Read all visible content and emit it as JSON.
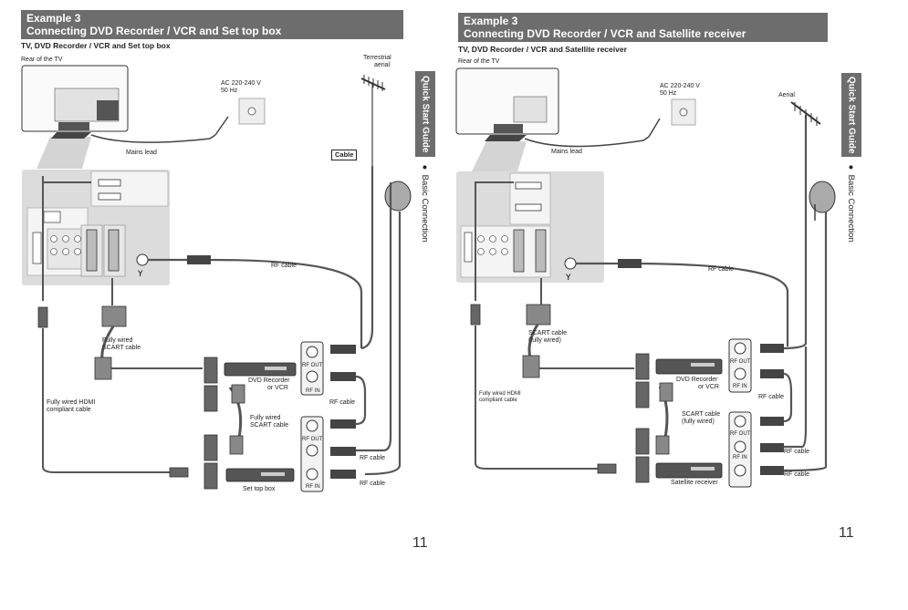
{
  "left": {
    "header": {
      "line1": "Example 3",
      "line2": "Connecting DVD Recorder / VCR and Set top box"
    },
    "subtitle": "TV, DVD Recorder / VCR and Set top box",
    "rear_of_tv": "Rear of the TV",
    "ac_line1": "AC 220-240 V",
    "ac_line2": "50 Hz",
    "mains_lead": "Mains lead",
    "aerial_line1": "Terrestrial",
    "aerial_line2": "aerial",
    "cable_label": "Cable",
    "rf_cable_1": "RF cable",
    "rf_cable_2": "RF cable",
    "rf_cable_3": "RF cable",
    "rf_cable_4": "RF cable",
    "scart1_line1": "Fully wired",
    "scart1_line2": "SCART cable",
    "scart2_line1": "Fully wired",
    "scart2_line2": "SCART cable",
    "hdmi_line1": "Fully wired HDMI",
    "hdmi_line2": "compliant cable",
    "dvd_line1": "DVD Recorder",
    "dvd_line2": "or VCR",
    "stb": "Set top box",
    "rf_out_1": "RF OUT",
    "rf_in_1": "RF IN",
    "rf_out_2": "RF OUT",
    "rf_in_2": "RF IN",
    "side_tab": "Quick Start Guide",
    "side_text": "● Basic Connection",
    "page_number": "11"
  },
  "right": {
    "header": {
      "line1": "Example 3",
      "line2": "Connecting DVD Recorder / VCR and Satellite receiver"
    },
    "subtitle": "TV, DVD Recorder / VCR and Satellite receiver",
    "rear_of_tv": "Rear of the TV",
    "ac_line1": "AC 220-240 V",
    "ac_line2": "50 Hz",
    "mains_lead": "Mains lead",
    "aerial": "Aerial",
    "rf_cable_1": "RF cable",
    "rf_cable_2": "RF cable",
    "rf_cable_3": "RF cable",
    "rf_cable_4": "RF cable",
    "scart1_line1": "SCART cable",
    "scart1_line2": "(fully wired)",
    "scart2_line1": "SCART cable",
    "scart2_line2": "(fully wired)",
    "hdmi_line1": "Fully wired HDMI",
    "hdmi_line2": "compliant cable",
    "dvd_line1": "DVD Recorder",
    "dvd_line2": "or VCR",
    "sat": "Satellite receiver",
    "rf_out_1": "RF OUT",
    "rf_in_1": "RF IN",
    "rf_out_2": "RF OUT",
    "rf_in_2": "RF IN",
    "side_tab": "Quick Start Guide",
    "side_text": "● Basic Connection",
    "page_number": "11"
  },
  "colors": {
    "header_bg": "#6d6d6d",
    "panel_bg": "#dcdcdc",
    "cable": "#555555"
  }
}
